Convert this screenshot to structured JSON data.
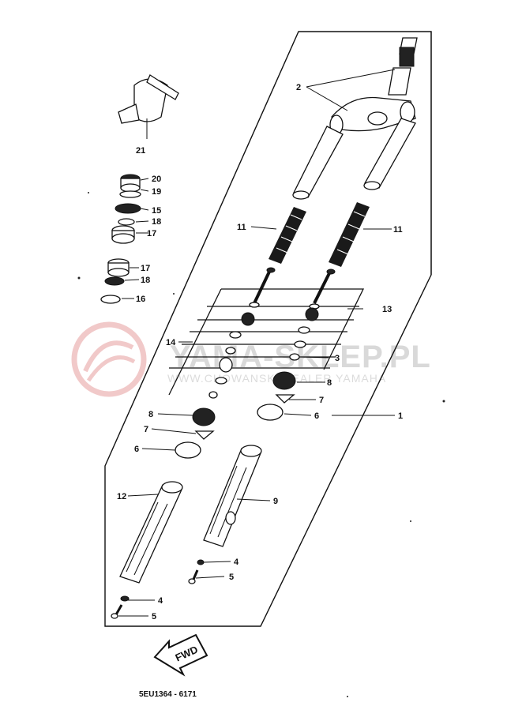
{
  "diagram": {
    "watermark": {
      "title": "YAMA-SKLEP.PL",
      "subtitle": "WWW.CHOWANSKI DEALER YAMAHA"
    },
    "footer_code": "5EU1364 - 6171",
    "fwd_label": "FWD",
    "callouts": {
      "c1": "1",
      "c2": "2",
      "c3": "3",
      "c4a": "4",
      "c4b": "4",
      "c5a": "5",
      "c5b": "5",
      "c6a": "6",
      "c6b": "6",
      "c7a": "7",
      "c7b": "7",
      "c8a": "8",
      "c8b": "8",
      "c9": "9",
      "c11a": "11",
      "c11b": "11",
      "c12": "12",
      "c13": "13",
      "c14": "14",
      "c15": "15",
      "c16": "16",
      "c17a": "17",
      "c17b": "17",
      "c18a": "18",
      "c18b": "18",
      "c19": "19",
      "c20": "20",
      "c21": "21"
    }
  }
}
